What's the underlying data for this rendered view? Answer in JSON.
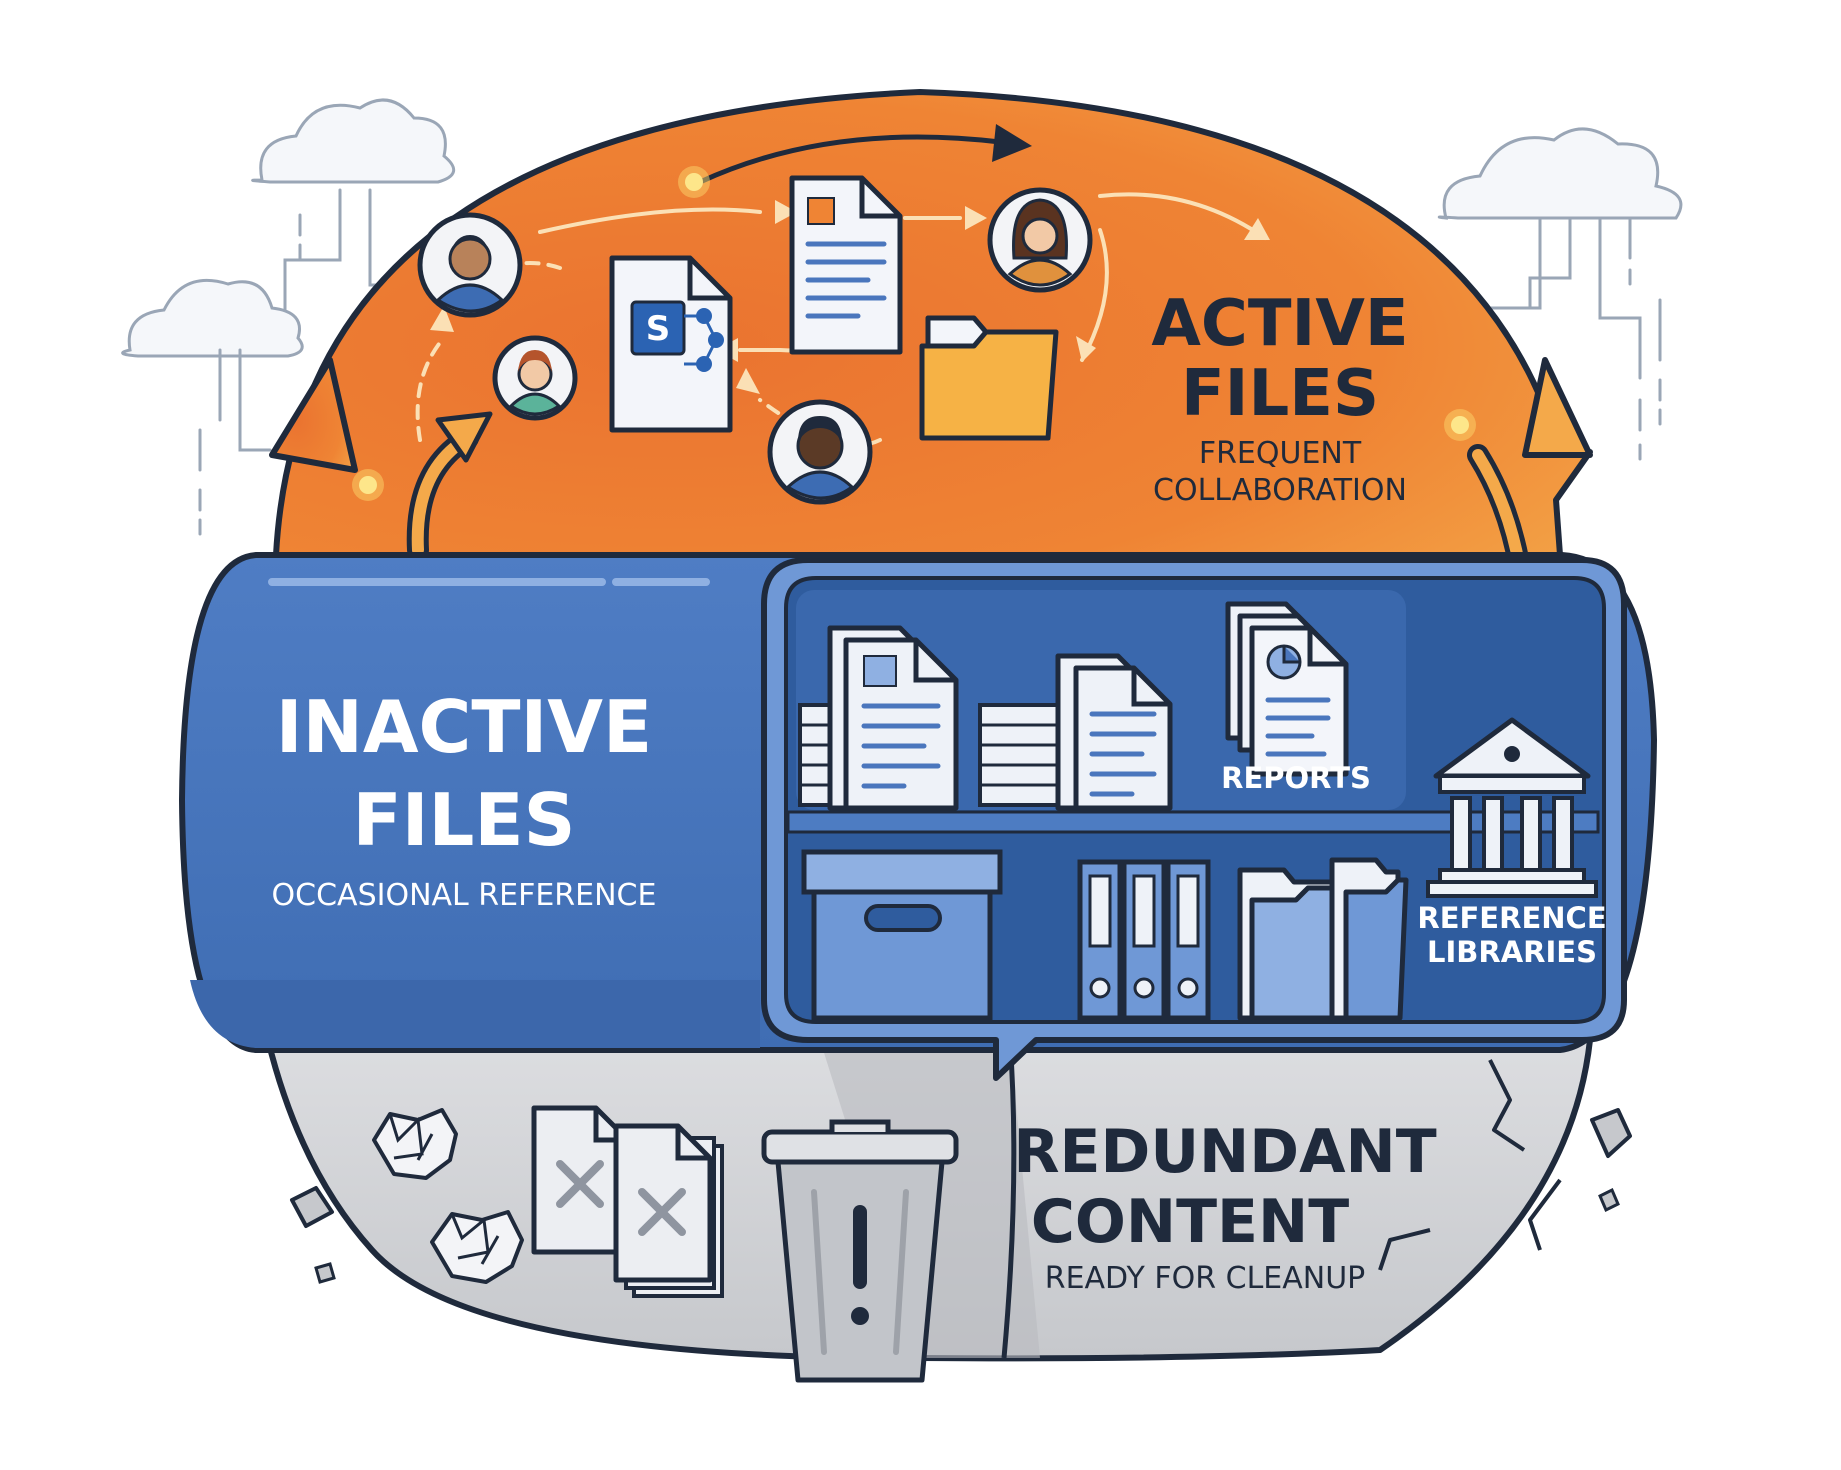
{
  "active": {
    "title_line1": "ACTIVE",
    "title_line2": "FILES",
    "subtitle_line1": "FREQUENT",
    "subtitle_line2": "COLLABORATION"
  },
  "inactive": {
    "title_line1": "INACTIVE",
    "title_line2": "FILES",
    "subtitle": "OCCASIONAL REFERENCE",
    "reports_label": "REPORTS",
    "libraries_line1": "REFERENCE",
    "libraries_line2": "LIBRARIES"
  },
  "redundant": {
    "title_line1": "REDUNDANT",
    "title_line2": "CONTENT",
    "subtitle": "READY FOR CLEANUP"
  },
  "sharepoint_letter": "S",
  "colors": {
    "orange": "#ef8434",
    "orange_light": "#f4a94a",
    "blue": "#4a76bd",
    "blue_dark": "#2f5c9e",
    "blue_panel": "#3f68aa",
    "gray": "#d2d3d6",
    "gray_dark": "#a9abaf",
    "outline": "#1f2a3c",
    "paper": "#eef2f8"
  },
  "icons": [
    "cloud-icon",
    "user-avatar-icon",
    "document-icon",
    "sharepoint-icon",
    "folder-icon",
    "flow-arrow-icon",
    "report-icon",
    "archive-box-icon",
    "binder-icon",
    "library-building-icon",
    "trash-can-icon",
    "crumpled-paper-icon",
    "deleted-document-icon"
  ]
}
